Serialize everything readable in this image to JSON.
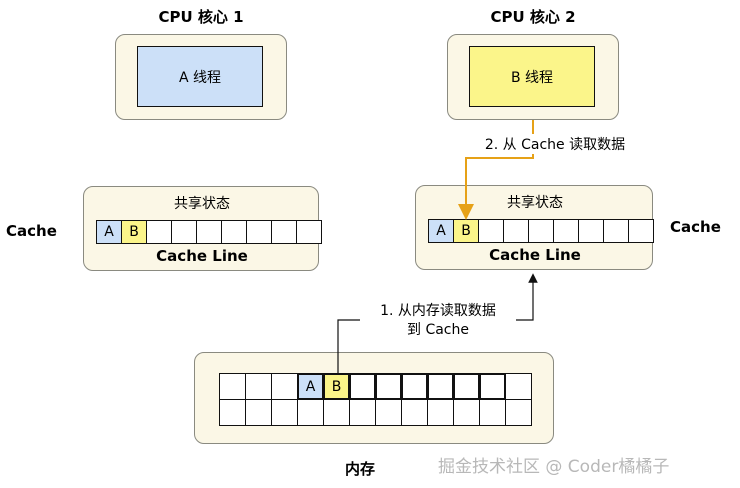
{
  "cores": [
    {
      "title": "CPU 核心 1",
      "thread": "A 线程",
      "thread_color": "#cce0f8"
    },
    {
      "title": "CPU 核心 2",
      "thread": "B 线程",
      "thread_color": "#fbf58a"
    }
  ],
  "cache": {
    "side_label": "Cache",
    "state_label": "共享状态",
    "line_label": "Cache Line",
    "cells": [
      "A",
      "B",
      "",
      "",
      "",
      "",
      "",
      "",
      ""
    ]
  },
  "memory": {
    "label": "内存",
    "row1": [
      "",
      "",
      "",
      "A",
      "B",
      "",
      "",
      "",
      "",
      "",
      "",
      ""
    ],
    "row2": [
      "",
      "",
      "",
      "",
      "",
      "",
      "",
      "",
      "",
      "",
      "",
      ""
    ]
  },
  "edges": {
    "step1_line1": "1. 从内存读取数据",
    "step1_line2": "到 Cache",
    "step2": "2. 从 Cache 读取数据"
  },
  "colors": {
    "a": "#cce0f8",
    "b": "#fbf58a",
    "panel": "#fbf7e6",
    "arrow_orange": "#e6a117"
  },
  "watermark": "掘金技术社区 @ Coder橘橘子"
}
